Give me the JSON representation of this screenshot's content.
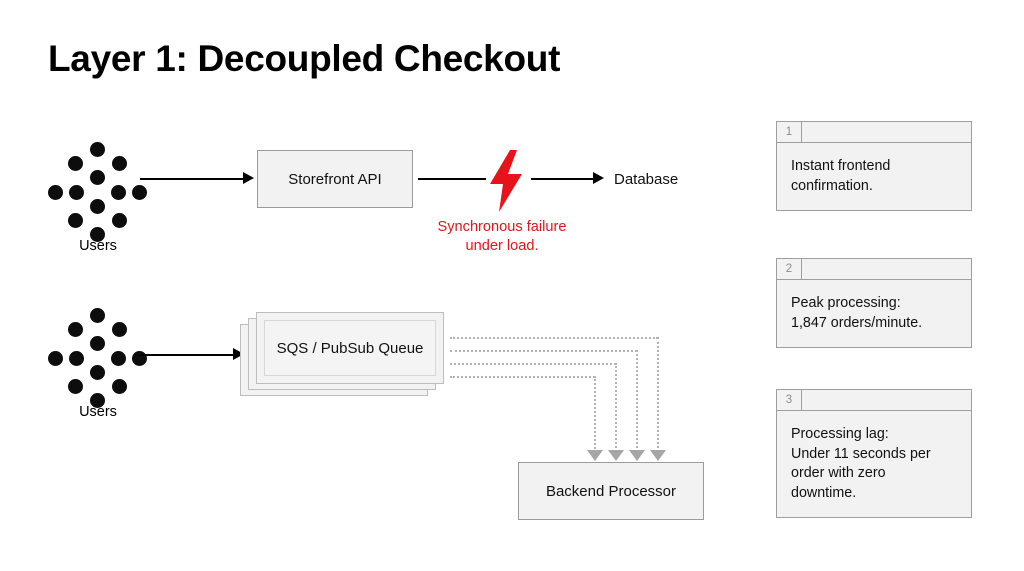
{
  "slide": {
    "title": "Layer 1: Decoupled Checkout",
    "background_color": "#ffffff"
  },
  "colors": {
    "box_fill": "#f2f2f2",
    "box_border": "#9b9b9b",
    "arrow": "#000000",
    "dotted_connector": "#b3b3b3",
    "failure_red": "#e8131a",
    "dot_black": "#0d0d0d",
    "card_number": "#8d8d8d"
  },
  "flows": {
    "synchronous": {
      "source_label": "Users",
      "service_label": "Storefront API",
      "failure_icon": "lightning-bolt-icon",
      "failure_text_line1": "Synchronous failure",
      "failure_text_line2": "under load.",
      "destination_label": "Database"
    },
    "decoupled": {
      "source_label": "Users",
      "queue_label": "SQS / PubSub Queue",
      "consumer_label": "Backend Processor",
      "connector_count": 4
    }
  },
  "callouts": [
    {
      "number": "1",
      "text": "Instant frontend\nconfirmation."
    },
    {
      "number": "2",
      "text": "Peak processing:\n1,847 orders/minute."
    },
    {
      "number": "3",
      "text": "Processing lag:\nUnder 11 seconds per\norder with zero\ndowntime."
    }
  ]
}
